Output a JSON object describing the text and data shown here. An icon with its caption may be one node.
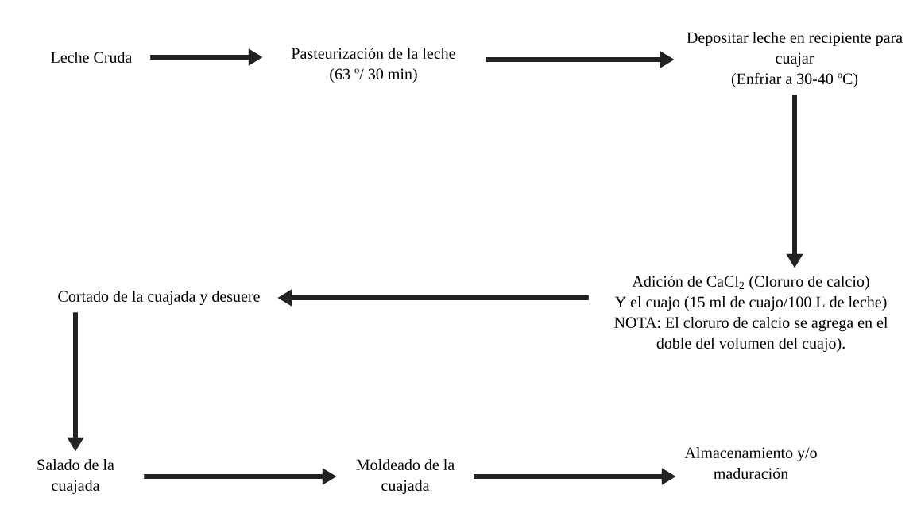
{
  "diagram": {
    "nodes": [
      {
        "text": [
          "Leche Cruda"
        ]
      },
      {
        "text": [
          "Pasteurización de la leche",
          "(63 º/ 30 min)"
        ]
      },
      {
        "text": [
          "Depositar leche en recipiente para cuajar",
          "(Enfriar a 30-40 ºC)"
        ]
      },
      {
        "text": [
          "Adición de CaCl$_{2}$ (Cloruro de calcio)",
          "Y el cuajo (15 ml de cuajo/100 L de leche)",
          "NOTA: El cloruro de calcio se agrega en el doble del volumen del cuajo)."
        ]
      },
      {
        "text": [
          "Cortado de la cuajada y desuere"
        ]
      },
      {
        "text": [
          "Salado de la cuajada"
        ]
      },
      {
        "text": [
          "Moldeado de la cuajada"
        ]
      },
      {
        "text": [
          "Almacenamiento y/o maduración"
        ]
      }
    ],
    "edges": [
      {
        "from": 0,
        "to": 1,
        "arrow": "to"
      },
      {
        "from": 1,
        "to": 2,
        "arrow": "to"
      },
      {
        "from": 2,
        "to": 3,
        "arrow": "to"
      },
      {
        "from": 3,
        "to": 4,
        "arrow": "to"
      },
      {
        "from": 4,
        "to": 5,
        "arrow": "to"
      },
      {
        "from": 5,
        "to": 6,
        "arrow": "to"
      },
      {
        "from": 6,
        "to": 7,
        "arrow": "to"
      }
    ]
  }
}
